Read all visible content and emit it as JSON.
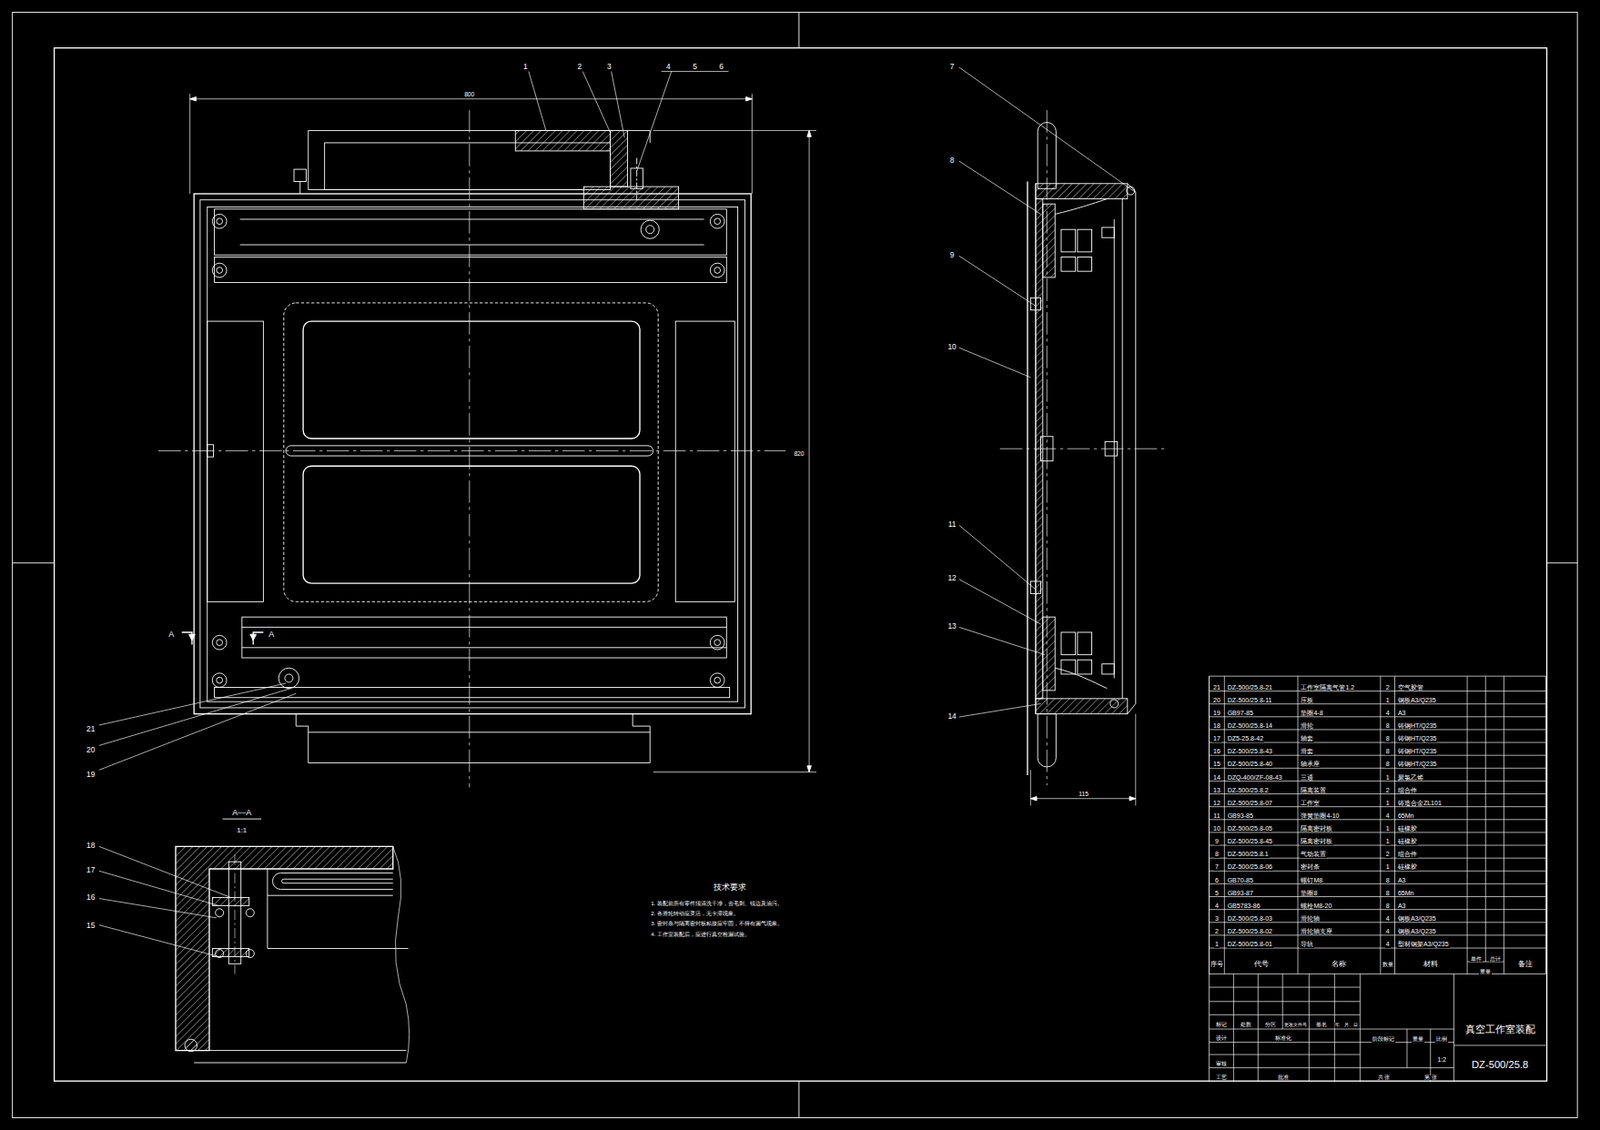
{
  "diagram": {
    "labels": [
      "1",
      "2",
      "3",
      "4",
      "5",
      "6",
      "7",
      "8",
      "9",
      "10",
      "11",
      "12",
      "13",
      "14",
      "15",
      "16",
      "17",
      "18",
      "19",
      "20",
      "21",
      "A",
      "A",
      "A—A",
      "1:1",
      "800",
      "820",
      "115",
      "技术要求",
      "1. 装配前所有零件须清洗干净，去毛刺、锐边及油污。",
      "2. 各滑轮转动应灵活，无卡滞现象。",
      "3. 密封条与隔离密封板粘接应牢固，不得有漏气现象。",
      "4. 工作室装配后，应进行真空检漏试验。",
      "21",
      "DZ-500/25.8-21",
      "工作室隔离气管1.2",
      "2",
      "空气胶管",
      "20",
      "DZ-500/25.8-11",
      "压板",
      "1",
      "钢板A3/Q235",
      "19",
      "GB97-85",
      "垫圈4-8",
      "4",
      "A3",
      "18",
      "DZ-500/25.8-14",
      "滑轮",
      "8",
      "铸钢HT/Q235",
      "17",
      "DZ5-25.8-42",
      "轴套",
      "8",
      "铸钢HT/Q235",
      "16",
      "DZ-500/25.8-43",
      "滑套",
      "8",
      "铸钢HT/Q235",
      "15",
      "DZ-500/25.8-40",
      "轴承座",
      "8",
      "铸钢HT/Q235",
      "14",
      "DZQ-400/ZF-08-43",
      "三通",
      "1",
      "聚氯乙烯",
      "13",
      "DZ-500/25.8.2",
      "隔离装置",
      "2",
      "组合件",
      "12",
      "DZ-500/25.8-07",
      "工作室",
      "1",
      "铸造合金ZL101",
      "11",
      "GB93-85",
      "弹簧垫圈4-10",
      "4",
      "65Mn",
      "10",
      "DZ-500/25.8-05",
      "隔离密封板",
      "1",
      "硅橡胶",
      "9",
      "DZ-500/25.8-45",
      "隔离密封板",
      "1",
      "硅橡胶",
      "8",
      "DZ-500/25.8.1",
      "气动装置",
      "2",
      "组合件",
      "7",
      "DZ-500/25.8-06",
      "密封条",
      "1",
      "硅橡胶",
      "6",
      "GB70-85",
      "螺钉M8",
      "8",
      "A3",
      "5",
      "GB93-87",
      "垫圈8",
      "8",
      "65Mn",
      "4",
      "GB5783-86",
      "螺栓M8-20",
      "8",
      "A3",
      "3",
      "DZ-500/25.8-03",
      "滑轮轴",
      "4",
      "钢板A3/Q235",
      "2",
      "DZ-500/25.8-02",
      "滑轮轴支座",
      "4",
      "钢板A3/Q235",
      "1",
      "DZ-500/25.8-01",
      "导轨",
      "4",
      "型材钢架A3/Q235",
      "序号",
      "代号",
      "名称",
      "数量",
      "材料",
      "单件",
      "总计",
      "重量",
      "备注",
      "标记",
      "处数",
      "分区",
      "更改文件号",
      "签名",
      "年、月、日",
      "设计",
      "标准化",
      "审核",
      "工艺",
      "批准",
      "阶段标记",
      "重量",
      "比例",
      "1:2",
      "共 张",
      "第 张",
      "真空工作室装配",
      "DZ-500/25.8"
    ]
  }
}
